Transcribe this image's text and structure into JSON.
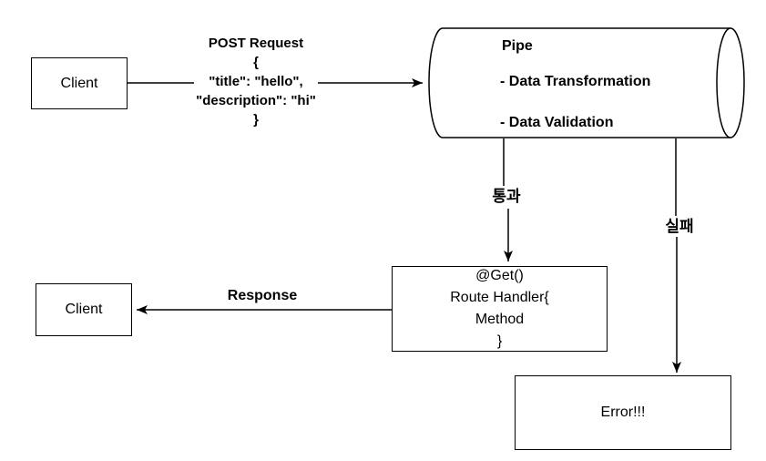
{
  "diagram": {
    "colors": {
      "stroke": "#000000",
      "background": "#ffffff",
      "text": "#000000"
    },
    "nodes": {
      "client_top": {
        "label": "Client"
      },
      "client_bottom": {
        "label": "Client"
      },
      "pipe": {
        "title": "Pipe",
        "items": [
          "- Data Transformation",
          "- Data Validation"
        ]
      },
      "route_handler": {
        "lines": [
          "@Get()",
          "Route Handler{",
          "Method",
          "}"
        ]
      },
      "error": {
        "label": "Error!!!"
      }
    },
    "edges": {
      "post_request": {
        "lines": [
          "POST Request",
          "{",
          "\"title\": \"hello\",",
          "\"description\": \"hi\"",
          "}"
        ]
      },
      "pass": {
        "label": "통과"
      },
      "fail": {
        "label": "실패"
      },
      "response": {
        "label": "Response"
      }
    }
  }
}
